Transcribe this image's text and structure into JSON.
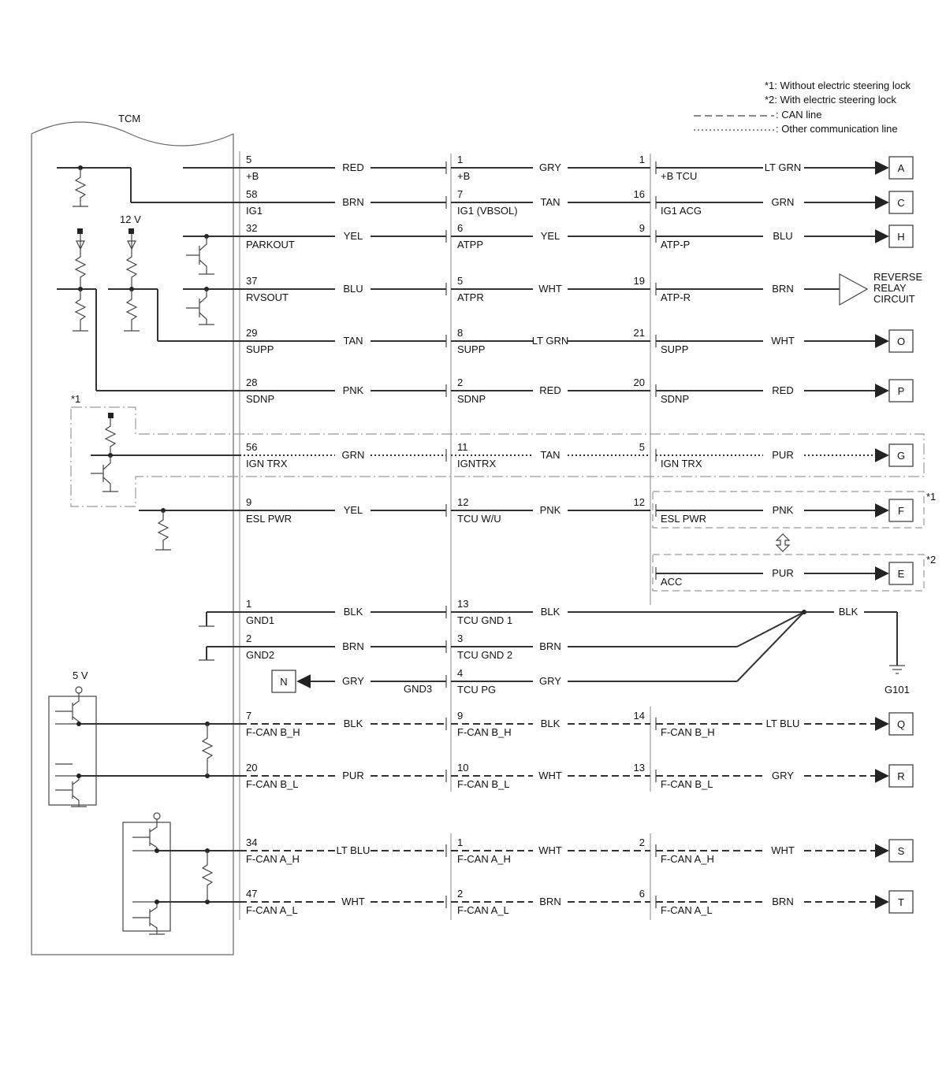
{
  "legend": {
    "note1": "*1: Without electric steering lock",
    "note2": "*2: With electric steering lock",
    "can_line": ": CAN line",
    "other_line": ": Other communication line"
  },
  "tcm": {
    "title": "TCM"
  },
  "labels": {
    "supply_12v": "12 V",
    "supply_5v": "5 V",
    "note_star1": "*1",
    "note_star2": "*2",
    "gnd3": "GND3",
    "ground_name": "G101",
    "reverse_relay": [
      "REVERSE",
      "RELAY",
      "CIRCUIT"
    ]
  },
  "rows": [
    {
      "tcm_pin": "5",
      "tcm_name": "+B",
      "c1": "RED",
      "mid_pin": "1",
      "mid_name": "+B",
      "c2": "GRY",
      "right_pin": "1",
      "right_name": "+B TCU",
      "c3": "LT GRN",
      "dest": "A",
      "style": "solid"
    },
    {
      "tcm_pin": "58",
      "tcm_name": "IG1",
      "c1": "BRN",
      "mid_pin": "7",
      "mid_name": "IG1 (VBSOL)",
      "c2": "TAN",
      "right_pin": "16",
      "right_name": "IG1 ACG",
      "c3": "GRN",
      "dest": "C",
      "style": "solid"
    },
    {
      "tcm_pin": "32",
      "tcm_name": "PARKOUT",
      "c1": "YEL",
      "mid_pin": "6",
      "mid_name": "ATPP",
      "c2": "YEL",
      "right_pin": "9",
      "right_name": "ATP-P",
      "c3": "BLU",
      "dest": "H",
      "style": "solid"
    },
    {
      "tcm_pin": "37",
      "tcm_name": "RVSOUT",
      "c1": "BLU",
      "mid_pin": "5",
      "mid_name": "ATPR",
      "c2": "WHT",
      "right_pin": "19",
      "right_name": "ATP-R",
      "c3": "BRN",
      "dest": "",
      "style": "solid"
    },
    {
      "tcm_pin": "29",
      "tcm_name": "SUPP",
      "c1": "TAN",
      "mid_pin": "8",
      "mid_name": "SUPP",
      "c2": "LT GRN",
      "right_pin": "21",
      "right_name": "SUPP",
      "c3": "WHT",
      "dest": "O",
      "style": "solid"
    },
    {
      "tcm_pin": "28",
      "tcm_name": "SDNP",
      "c1": "PNK",
      "mid_pin": "2",
      "mid_name": "SDNP",
      "c2": "RED",
      "right_pin": "20",
      "right_name": "SDNP",
      "c3": "RED",
      "dest": "P",
      "style": "solid"
    },
    {
      "tcm_pin": "56",
      "tcm_name": "IGN TRX",
      "c1": "GRN",
      "mid_pin": "11",
      "mid_name": "IGNTRX",
      "c2": "TAN",
      "right_pin": "5",
      "right_name": "IGN TRX",
      "c3": "PUR",
      "dest": "G",
      "style": "dot"
    },
    {
      "tcm_pin": "9",
      "tcm_name": "ESL PWR",
      "c1": "YEL",
      "mid_pin": "12",
      "mid_name": "TCU W/U",
      "c2": "PNK",
      "right_pin": "12",
      "right_name": "ESL PWR",
      "c3": "PNK",
      "dest": "F",
      "style": "solid"
    },
    {
      "tcm_pin": "",
      "tcm_name": "",
      "c1": "",
      "mid_pin": "",
      "mid_name": "",
      "c2": "",
      "right_pin": "",
      "right_name": "ACC",
      "c3": "PUR",
      "dest": "E",
      "style": "solid"
    },
    {
      "tcm_pin": "1",
      "tcm_name": "GND1",
      "c1": "BLK",
      "mid_pin": "13",
      "mid_name": "TCU GND 1",
      "c2": "BLK",
      "right_pin": "",
      "right_name": "",
      "c3": "BLK",
      "dest": "",
      "style": "solid"
    },
    {
      "tcm_pin": "2",
      "tcm_name": "GND2",
      "c1": "BRN",
      "mid_pin": "3",
      "mid_name": "TCU GND 2",
      "c2": "BRN",
      "right_pin": "",
      "right_name": "",
      "c3": "",
      "dest": "",
      "style": "solid"
    },
    {
      "tcm_pin": "",
      "tcm_name": "",
      "c1": "GRY",
      "mid_pin": "4",
      "mid_name": "TCU PG",
      "c2": "GRY",
      "right_pin": "",
      "right_name": "",
      "c3": "",
      "dest": "N",
      "style": "solid"
    },
    {
      "tcm_pin": "7",
      "tcm_name": "F-CAN B_H",
      "c1": "BLK",
      "mid_pin": "9",
      "mid_name": "F-CAN B_H",
      "c2": "BLK",
      "right_pin": "14",
      "right_name": "F-CAN B_H",
      "c3": "LT BLU",
      "dest": "Q",
      "style": "dash"
    },
    {
      "tcm_pin": "20",
      "tcm_name": "F-CAN B_L",
      "c1": "PUR",
      "mid_pin": "10",
      "mid_name": "F-CAN B_L",
      "c2": "WHT",
      "right_pin": "13",
      "right_name": "F-CAN B_L",
      "c3": "GRY",
      "dest": "R",
      "style": "dash"
    },
    {
      "tcm_pin": "34",
      "tcm_name": "F-CAN A_H",
      "c1": "LT BLU",
      "mid_pin": "1",
      "mid_name": "F-CAN A_H",
      "c2": "WHT",
      "right_pin": "2",
      "right_name": "F-CAN A_H",
      "c3": "WHT",
      "dest": "S",
      "style": "dash"
    },
    {
      "tcm_pin": "47",
      "tcm_name": "F-CAN A_L",
      "c1": "WHT",
      "mid_pin": "2",
      "mid_name": "F-CAN A_L",
      "c2": "BRN",
      "right_pin": "6",
      "right_name": "F-CAN A_L",
      "c3": "BRN",
      "dest": "T",
      "style": "dash"
    }
  ]
}
